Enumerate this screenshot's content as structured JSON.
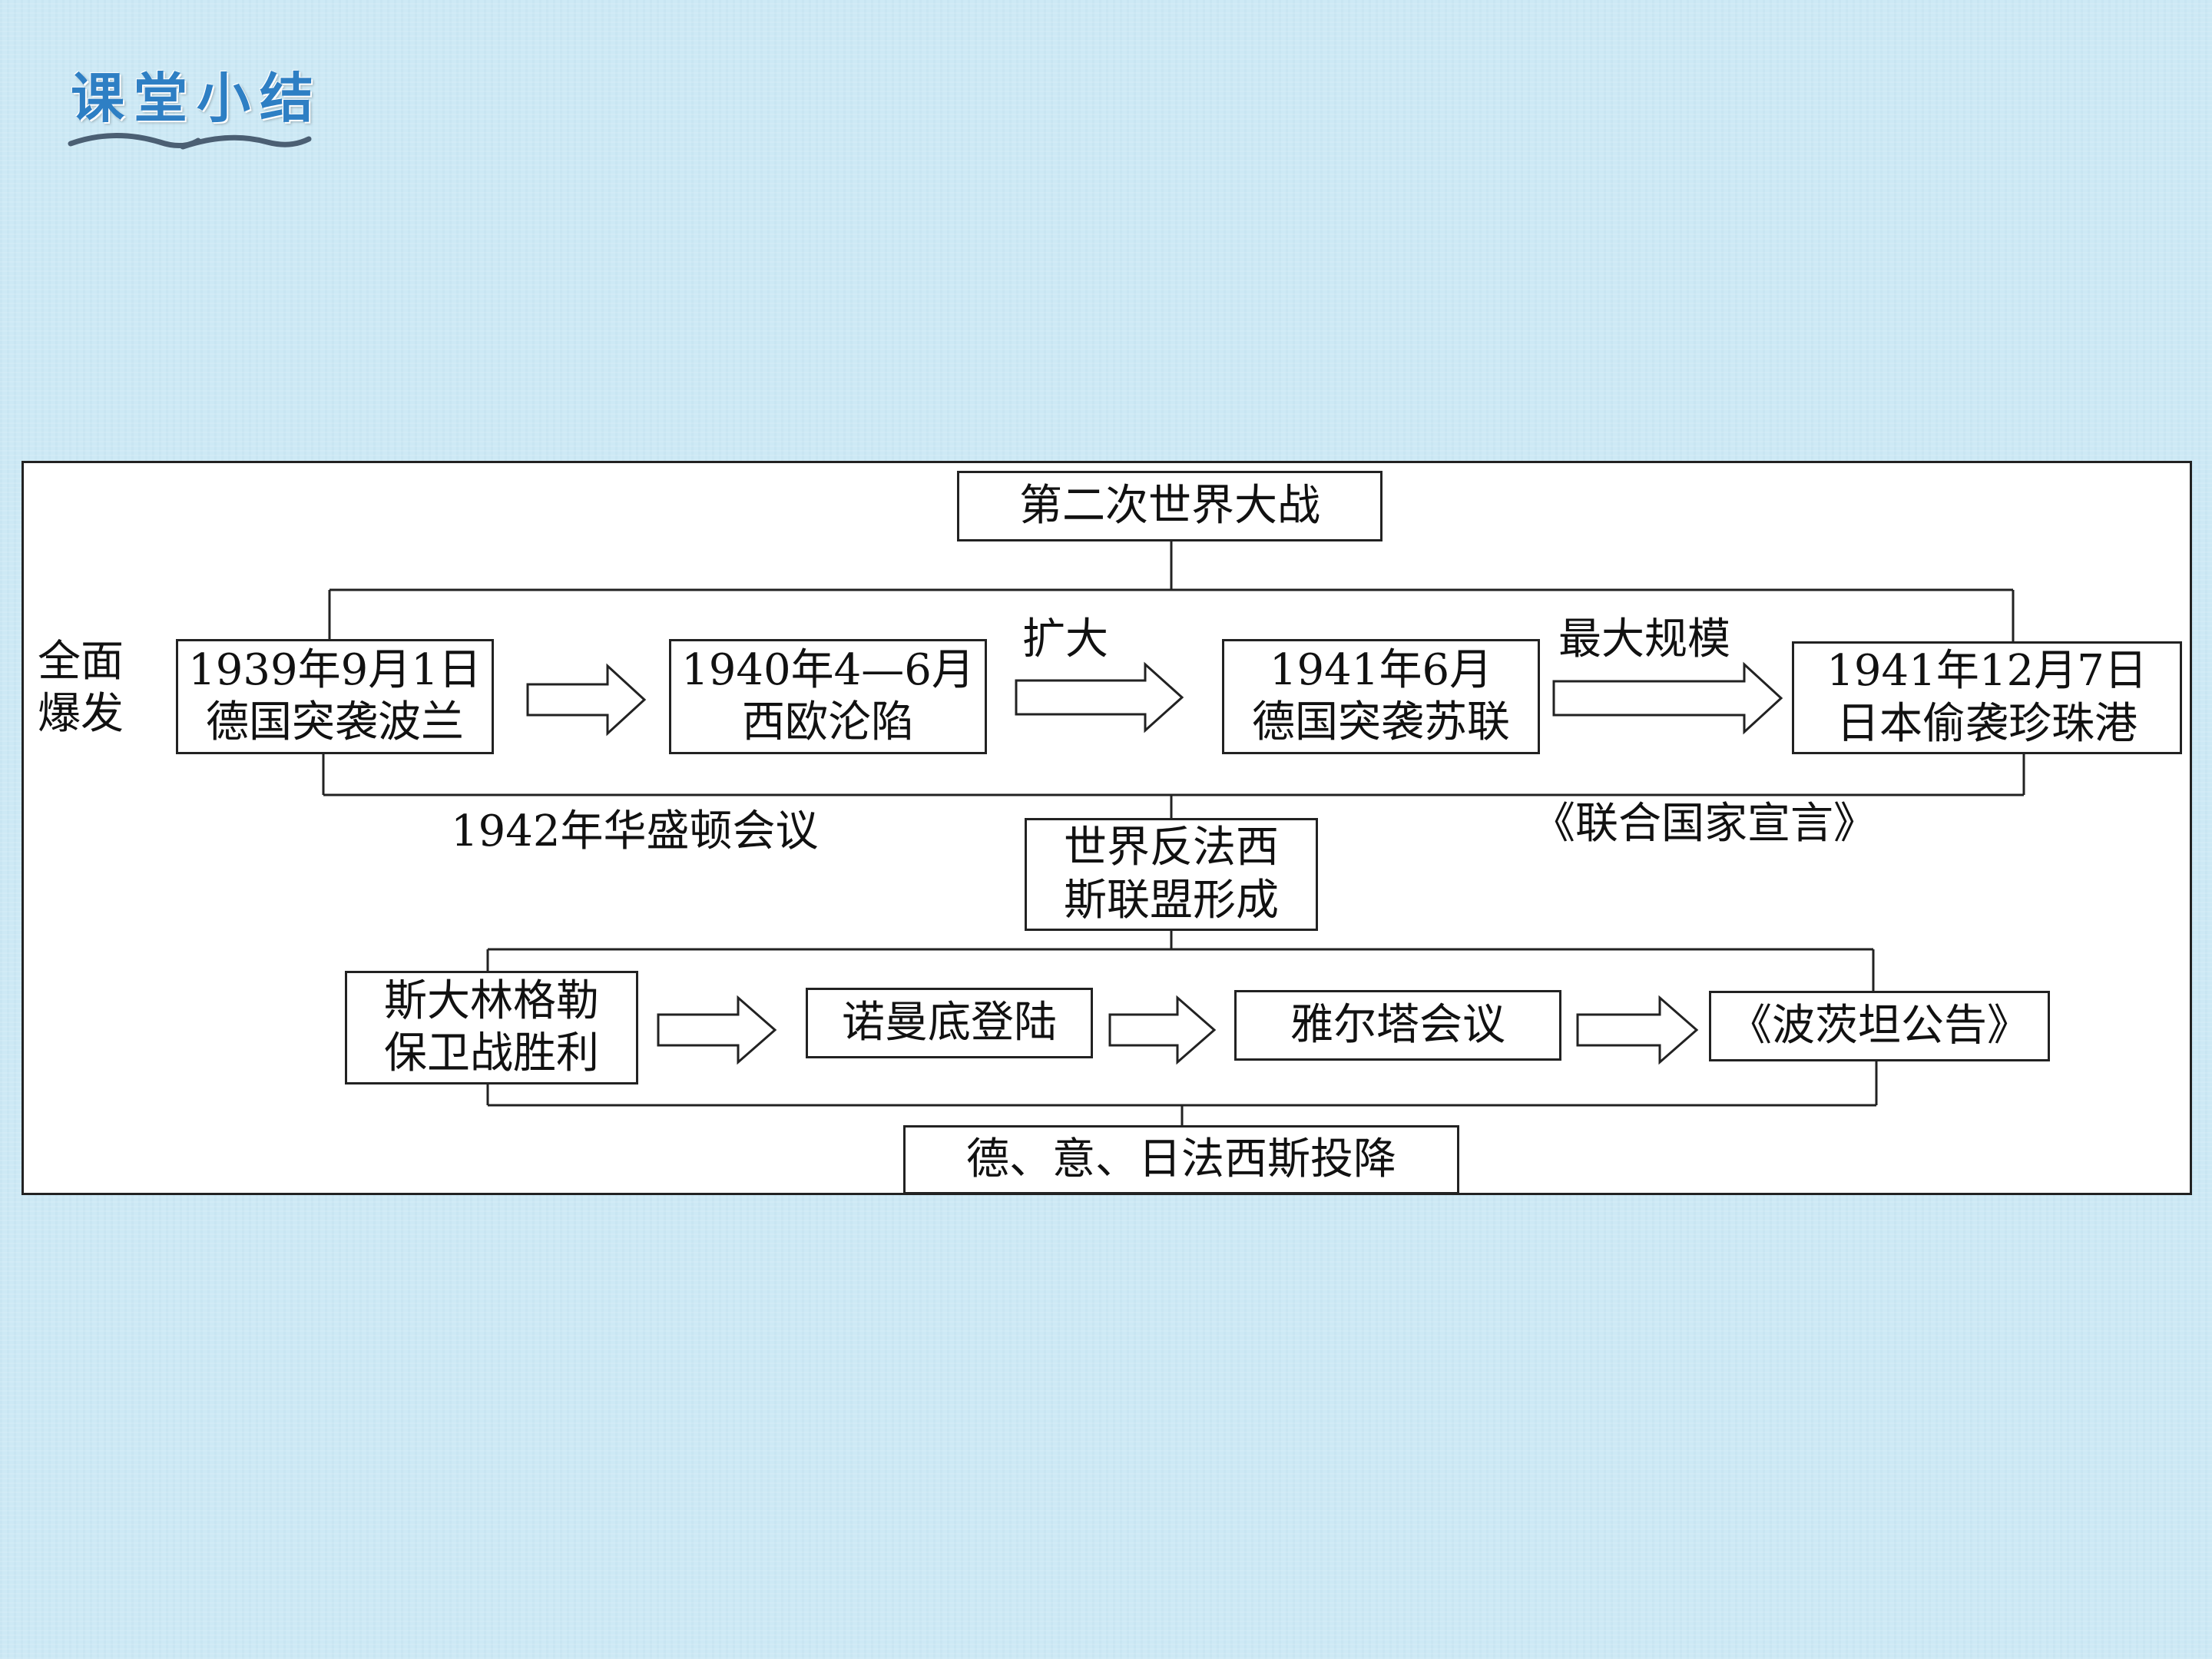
{
  "page": {
    "title": "课堂小结"
  },
  "diagram": {
    "root": "第二次世界大战",
    "side_label": [
      "全面",
      "爆发"
    ],
    "top_row": [
      {
        "line1": "1939年9月1日",
        "line2": "德国突袭波兰"
      },
      {
        "line1": "1940年4—6月",
        "line2": "西欧沦陷"
      },
      {
        "line1": "1941年6月",
        "line2": "德国突袭苏联"
      },
      {
        "line1": "1941年12月7日",
        "line2": "日本偷袭珍珠港"
      }
    ],
    "arrow_labels": {
      "expand": "扩大",
      "largest_scale": "最大规模"
    },
    "left_note": "1942年华盛顿会议",
    "right_note": "《联合国家宣言》",
    "alliance": [
      "世界反法西",
      "斯联盟形成"
    ],
    "bottom_row": [
      {
        "line1": "斯大林格勒",
        "line2": "保卫战胜利"
      },
      {
        "line1": "诺曼底登陆"
      },
      {
        "line1": "雅尔塔会议"
      },
      {
        "line1": "《波茨坦公告》"
      }
    ],
    "result": "德、意、日法西斯投降"
  }
}
